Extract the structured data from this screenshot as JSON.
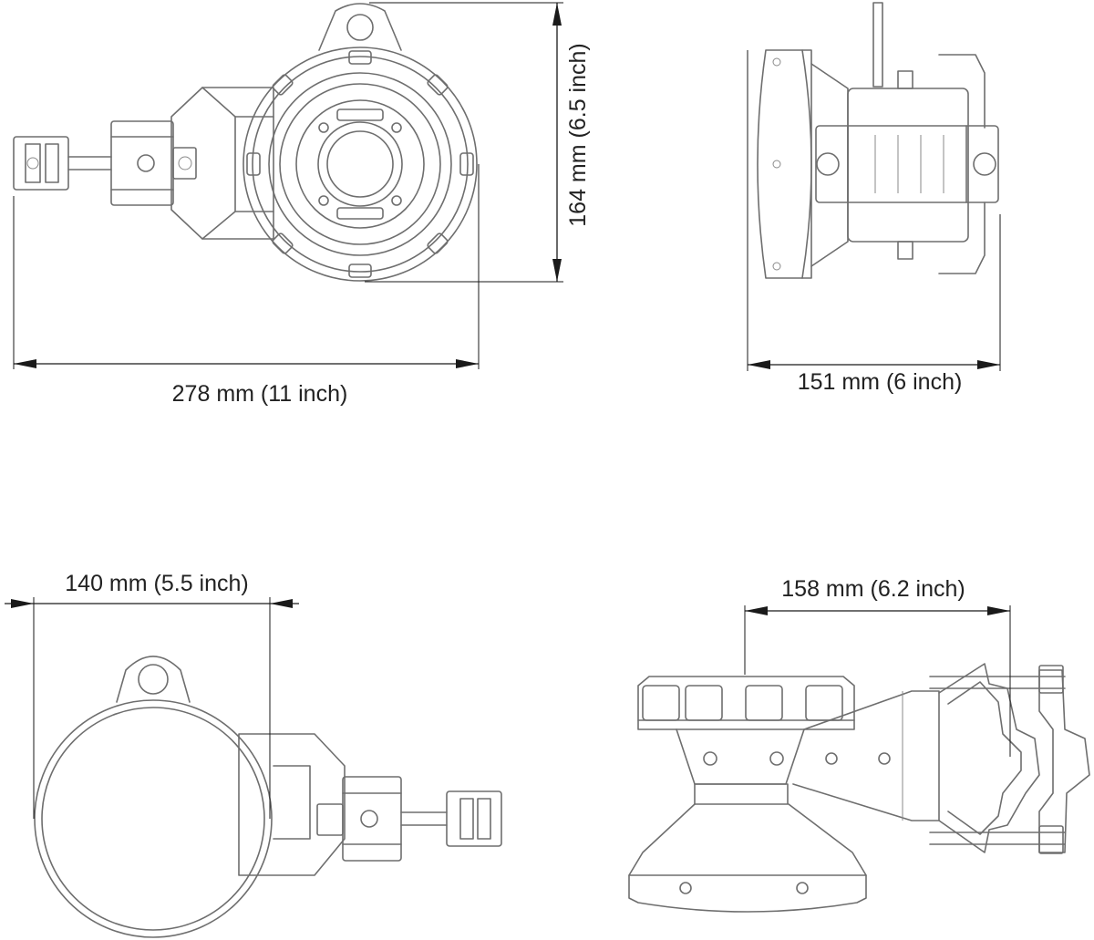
{
  "dimensions": {
    "front_width": "278 mm (11 inch)",
    "front_height": "164 mm (6.5 inch)",
    "side_depth": "151 mm (6 inch)",
    "top_diameter": "140 mm (5.5 inch)",
    "side_length": "158 mm (6.2 inch)"
  },
  "colors": {
    "line": "#6e6e6e",
    "dimension": "#1a1a1a",
    "background": "#ffffff"
  }
}
